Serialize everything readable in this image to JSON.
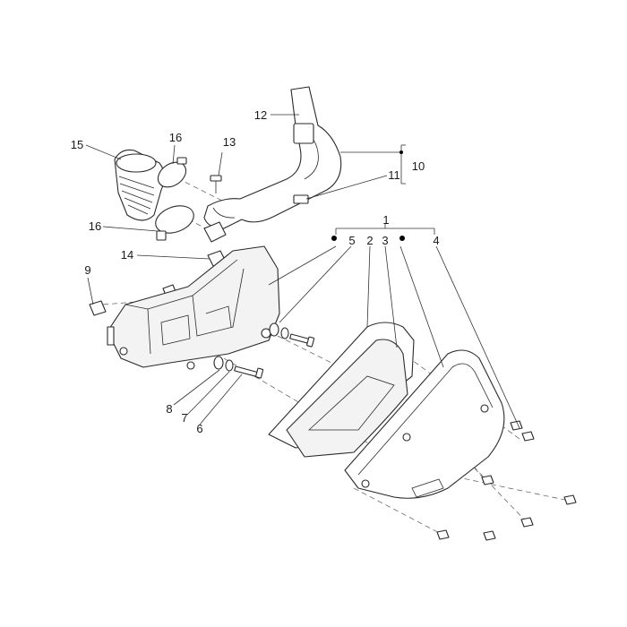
{
  "callouts": [
    {
      "id": "1",
      "label": "1"
    },
    {
      "id": "2",
      "label": "2"
    },
    {
      "id": "3",
      "label": "3"
    },
    {
      "id": "4",
      "label": "4"
    },
    {
      "id": "5",
      "label": "5"
    },
    {
      "id": "6",
      "label": "6"
    },
    {
      "id": "7",
      "label": "7"
    },
    {
      "id": "8",
      "label": "8"
    },
    {
      "id": "9",
      "label": "9"
    },
    {
      "id": "10",
      "label": "10"
    },
    {
      "id": "11",
      "label": "11"
    },
    {
      "id": "12",
      "label": "12"
    },
    {
      "id": "13",
      "label": "13"
    },
    {
      "id": "14",
      "label": "14"
    },
    {
      "id": "15",
      "label": "15"
    },
    {
      "id": "16a",
      "label": "16"
    },
    {
      "id": "16b",
      "label": "16"
    }
  ],
  "colors": {
    "line": "#2a2a2a",
    "background": "#ffffff",
    "marker": "#000000"
  }
}
